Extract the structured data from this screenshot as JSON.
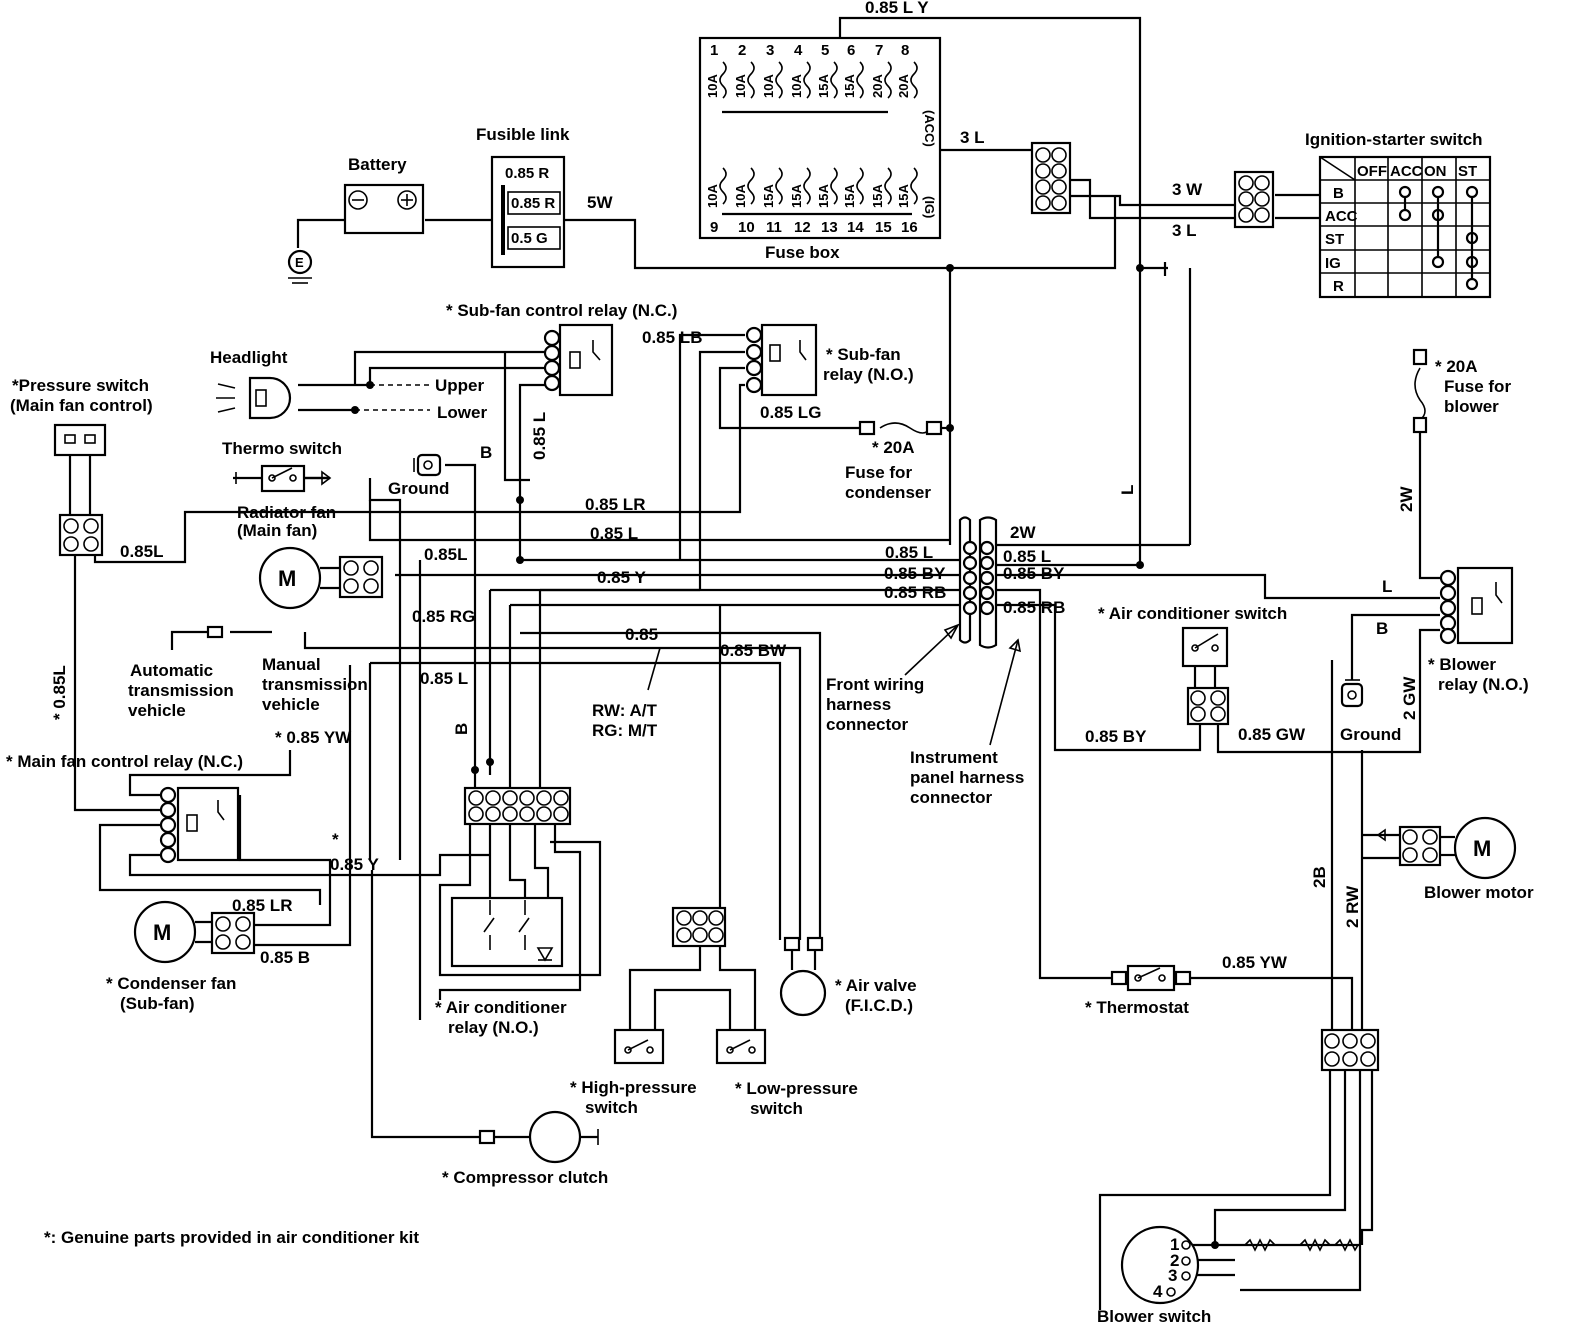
{
  "components": {
    "battery": "Battery",
    "fusible_link": "Fusible link",
    "fuse_box": "Fuse box",
    "ignition_switch": "Ignition-starter switch",
    "sub_fan_relay_nc": "* Sub-fan control relay (N.C.)",
    "sub_fan_relay_no_1": "* Sub-fan",
    "sub_fan_relay_no_2": "relay (N.O.)",
    "headlight": "Headlight",
    "upper": "Upper",
    "lower": "Lower",
    "pressure_switch_1": "*Pressure switch",
    "pressure_switch_2": "(Main fan control)",
    "thermo_switch": "Thermo switch",
    "ground": "Ground",
    "radiator_fan_1": "Radiator fan",
    "radiator_fan_2": "(Main fan)",
    "fuse_condenser_amp": "* 20A",
    "fuse_condenser_1": "Fuse for",
    "fuse_condenser_2": "condenser",
    "fuse_blower_amp": "* 20A",
    "fuse_blower_1": "Fuse for",
    "fuse_blower_2": "blower",
    "auto_trans_1": "Automatic",
    "auto_trans_2": "transmission",
    "auto_trans_3": "vehicle",
    "manual_trans_1": "Manual",
    "manual_trans_2": "transmission",
    "manual_trans_3": "vehicle",
    "rw_at": "RW:  A/T",
    "rg_mt": "RG:  M/T",
    "main_fan_relay": "* Main fan control relay (N.C.)",
    "condenser_fan_1": "* Condenser fan",
    "condenser_fan_2": "(Sub-fan)",
    "ac_relay_1": "* Air conditioner",
    "ac_relay_2": "relay (N.O.)",
    "high_pressure_1": "* High-pressure",
    "high_pressure_2": "switch",
    "low_pressure_1": "* Low-pressure",
    "low_pressure_2": "switch",
    "air_valve_1": "* Air valve",
    "air_valve_2": "(F.I.C.D.)",
    "compressor_clutch": "* Compressor clutch",
    "front_harness_1": "Front wiring",
    "front_harness_2": "harness",
    "front_harness_3": "connector",
    "inst_harness_1": "Instrument",
    "inst_harness_2": "panel harness",
    "inst_harness_3": "connector",
    "ac_switch": "* Air conditioner switch",
    "blower_relay_1": "* Blower",
    "blower_relay_2": "relay (N.O.)",
    "ground_right": "Ground",
    "blower_motor": "Blower motor",
    "thermostat": "* Thermostat",
    "blower_switch": "Blower switch",
    "motor_symbol": "M",
    "footnote": "*: Genuine parts provided in air conditioner kit"
  },
  "fusible_link_wires": [
    "0.85 R",
    "0.85 R",
    "0.5 G"
  ],
  "fuse_box": {
    "top_numbers": [
      "1",
      "2",
      "3",
      "4",
      "5",
      "6",
      "7",
      "8"
    ],
    "top_ratings": [
      "10A",
      "10A",
      "10A",
      "10A",
      "15A",
      "15A",
      "20A",
      "20A"
    ],
    "bottom_numbers": [
      "9",
      "10",
      "11",
      "12",
      "13",
      "14",
      "15",
      "16"
    ],
    "bottom_ratings": [
      "10A",
      "10A",
      "15A",
      "15A",
      "15A",
      "15A",
      "15A",
      "15A"
    ],
    "acc": "(ACC)",
    "ig": "(IG)"
  },
  "ignition_table": {
    "columns": [
      "OFF",
      "ACC",
      "ON",
      "ST"
    ],
    "rows": [
      "B",
      "ACC",
      "ST",
      "IG",
      "R"
    ]
  },
  "wires": {
    "w085ly": "0.85 L  Y",
    "w3l_top": "3 L",
    "w3w": "3 W",
    "w3l": "3 L",
    "w5w": "5W",
    "w085lb": "0.85 LB",
    "w085l_vert": "0.85 L",
    "w085lg": "0.85 LG",
    "wb_ground": "B",
    "w085lr": "0.85 LR",
    "w085l_mid": "0.85 L",
    "w085l_left": "0.85L",
    "w085l_fan": "0.85L",
    "w085y": "0.85 Y",
    "w085rg": "0.85 RG",
    "w085_mid": "0.85",
    "w085bw": "0.85 BW",
    "w085l_c1": "0.85 L",
    "w085by_c1": "0.85 BY",
    "w085rb_c1": "0.85 RB",
    "w2w": "2W",
    "w085l_c2": "0.85 L",
    "w085by_c2": "0.85 BY",
    "w085rb_c2": "0.85 RB",
    "wl_right": "L",
    "wl_blower": "L",
    "w2w_vert": "2W",
    "wb_blower": "B",
    "w2gw": "2 GW",
    "w085l_relay": "0.85 L",
    "wb_vert": "B",
    "w085l_pressure": "* 0.85L",
    "w085yw": "* 0.85 YW",
    "w085y_lower": "0.85 Y",
    "star_lower": "*",
    "w085lr_cond": "0.85 LR",
    "w085b_cond": "0.85 B",
    "w085by_acsw": "0.85 BY",
    "w085gw": "0.85 GW",
    "w2b": "2B",
    "w2rw": "2 RW",
    "w085yw_thermo": "0.85 YW"
  },
  "blower_switch_positions": [
    "1",
    "2",
    "3",
    "4"
  ]
}
